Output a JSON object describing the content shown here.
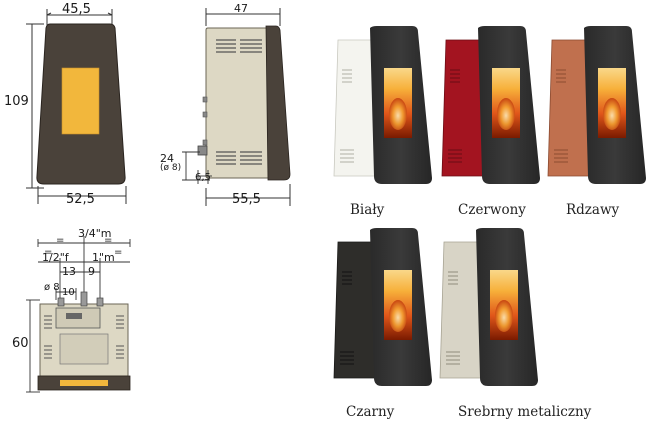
{
  "front_view": {
    "width_top": "45,5",
    "height": "109",
    "width_bottom": "52,5"
  },
  "side_view": {
    "depth_top": "47",
    "pipe_height": "24",
    "pipe_diameter": "(ø 8)",
    "pipe_offset": "6,5",
    "depth_bottom": "55,5"
  },
  "rear_view": {
    "conn_top": "3/4\"m",
    "conn_left": "1/2\"f",
    "conn_right": "1\"m",
    "spacing_13": "13",
    "spacing_9": "9",
    "spacing_10": "10",
    "diameter": "ø 8",
    "height": "60",
    "equal_marks": [
      "=",
      "=",
      "=",
      "="
    ]
  },
  "variants": [
    {
      "name": "Biały",
      "color": "#f2f2ee"
    },
    {
      "name": "Czerwony",
      "color": "#a31420"
    },
    {
      "name": "Rdzawy",
      "color": "#c0704e"
    },
    {
      "name": "Czarny",
      "color": "#2b2b28"
    },
    {
      "name": "Srebrny metaliczny",
      "color": "#d8d4c6"
    }
  ],
  "colors": {
    "line": "#333333",
    "stove_body_dark": "#4a423a",
    "glass": "#f2b73c",
    "side_panel": "#ddd8c4"
  }
}
